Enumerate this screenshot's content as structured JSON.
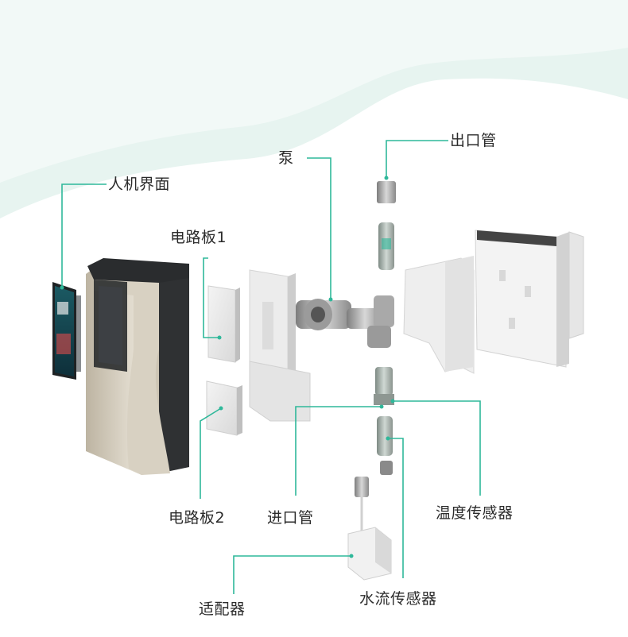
{
  "accent_color": "#2fb89a",
  "labels": {
    "outlet_pipe": "出口管",
    "pump": "泵",
    "hmi": "人机界面",
    "board1": "电路板1",
    "board2": "电路板2",
    "inlet_pipe": "进口管",
    "temp_sensor": "温度传感器",
    "adapter": "适配器",
    "flow_sensor": "水流传感器"
  }
}
